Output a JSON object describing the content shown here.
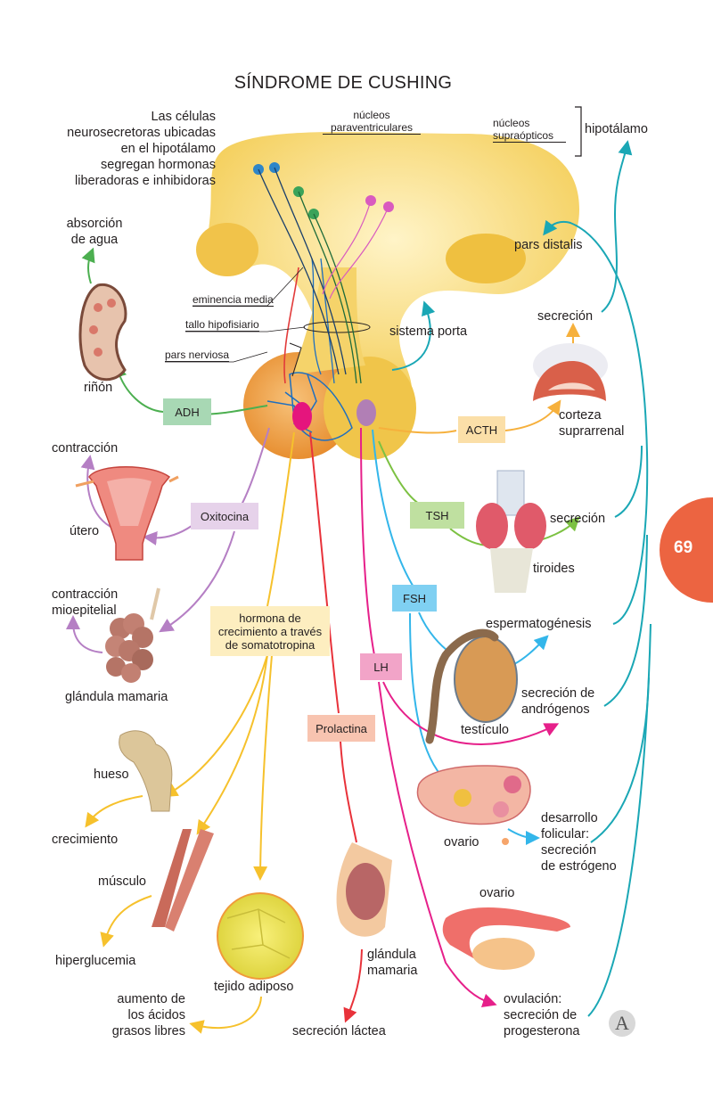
{
  "title": "SÍNDROME DE CUSHING",
  "intro_text": [
    "Las células",
    "neurosecretoras ubicadas",
    "en el hipotálamo",
    "segregan hormonas",
    "liberadoras e inhibidoras"
  ],
  "structures": {
    "paraventricular": [
      "núcleos",
      "paraventriculares"
    ],
    "supraoptic": [
      "núcleos",
      "supraópticos"
    ],
    "hypothalamus": "hipotálamo",
    "median_eminence": "eminencia media",
    "pituitary_stalk": "tallo hipofisiario",
    "pars_nervosa": "pars nerviosa",
    "portal_system": "sistema porta",
    "pars_distalis": "pars distalis"
  },
  "hormones": {
    "adh": "ADH",
    "oxytocin": "Oxitocina",
    "acth": "ACTH",
    "tsh": "TSH",
    "fsh": "FSH",
    "lh": "LH",
    "gh": [
      "hormona de",
      "crecimiento a través",
      "de somatotropina"
    ],
    "prolactin": "Prolactina"
  },
  "hormone_colors": {
    "adh": "#a8d8b4",
    "oxytocin": "#e6d2ea",
    "acth": "#fbdfa8",
    "tsh": "#bfe0a0",
    "fsh": "#7fd0f2",
    "lh": "#f2a4c8",
    "gh": "#fdeec0",
    "prolactin": "#f8c4b0"
  },
  "organs": {
    "kidney": "riñón",
    "water_absorption": [
      "absorción",
      "de agua"
    ],
    "uterus": "útero",
    "contraction": "contracción",
    "myoepithelial_contraction": [
      "contracción",
      "mioepitelial"
    ],
    "mammary_gland_1": "glándula mamaria",
    "adrenal_secretion": "secreción",
    "adrenal_cortex": [
      "corteza",
      "suprarrenal"
    ],
    "thyroid_secretion": "secreción",
    "thyroid": "tiroides",
    "spermatogenesis": "espermatogénesis",
    "androgen_secretion": [
      "secreción de",
      "andrógenos"
    ],
    "testis": "testículo",
    "bone": "hueso",
    "growth": "crecimiento",
    "muscle": "músculo",
    "hyperglycemia": "hiperglucemia",
    "adipose_tissue": "tejido adiposo",
    "fatty_acids": [
      "aumento de",
      "los ácidos",
      "grasos libres"
    ],
    "mammary_gland_2": [
      "glándula",
      "mamaria"
    ],
    "milk_secretion": "secreción láctea",
    "ovary_1": "ovario",
    "follicular": [
      "desarrollo",
      "folicular:",
      "secreción",
      "de estrógeno"
    ],
    "ovary_2": "ovario",
    "ovulation": [
      "ovulación:",
      "secreción de",
      "progesterona"
    ]
  },
  "page_number": "69",
  "publisher_logo": "A"
}
